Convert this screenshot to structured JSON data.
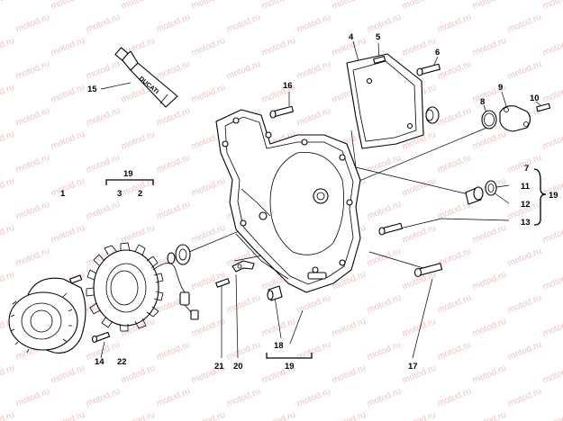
{
  "watermark": "motod.ru",
  "tube_brand": "DUCATI",
  "labels": {
    "l1": "1",
    "l2": "2",
    "l3": "3",
    "l4": "4",
    "l5": "5",
    "l6": "6",
    "l7": "7",
    "l8": "8",
    "l9": "9",
    "l10": "10",
    "l11": "11",
    "l12": "12",
    "l13": "13",
    "l14": "14",
    "l15": "15",
    "l16": "16",
    "l17": "17",
    "l18": "18",
    "l19a": "19",
    "l19b": "19",
    "l19c": "19",
    "l20": "20",
    "l21": "21",
    "l22": "22"
  },
  "colors": {
    "watermark": "#f0c4c4",
    "ink": "#000000",
    "paper": "#ffffff"
  }
}
